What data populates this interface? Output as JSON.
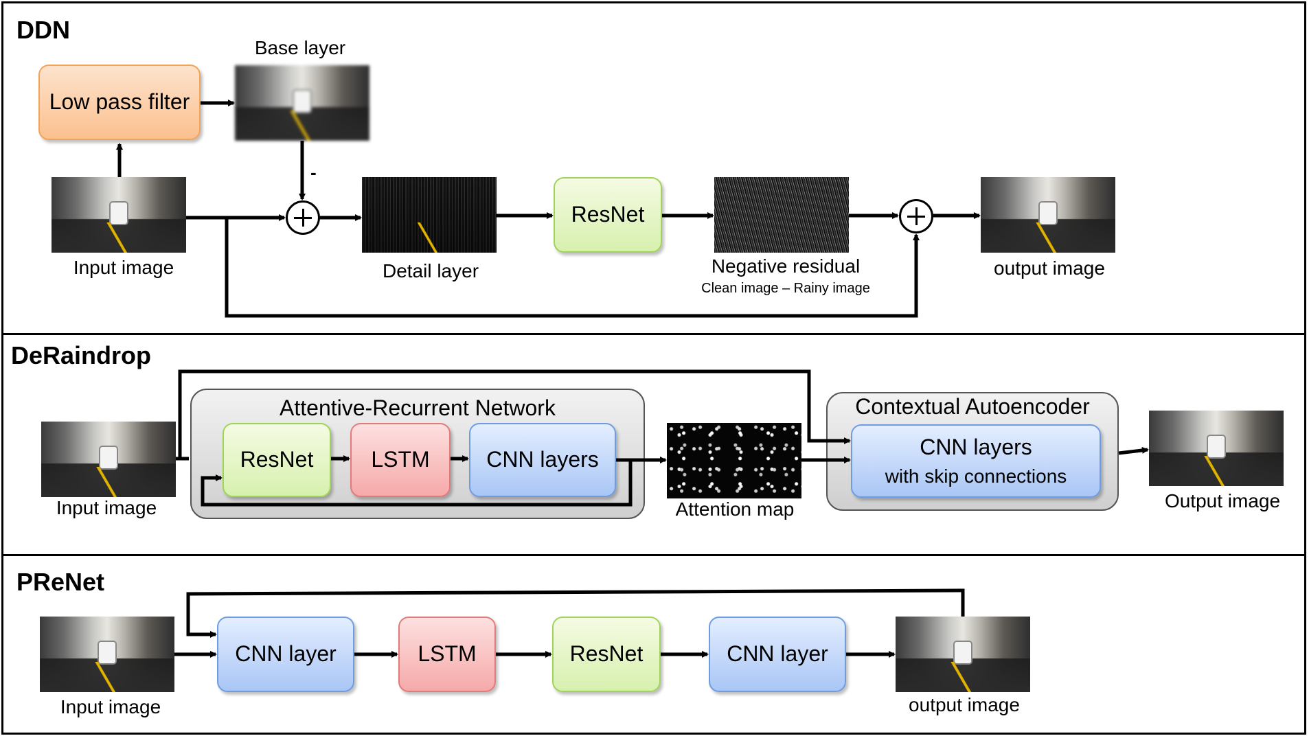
{
  "ddn": {
    "title": "DDN",
    "low_pass_filter": "Low pass filter",
    "base_layer": "Base layer",
    "input_image": "Input image",
    "detail_layer": "Detail layer",
    "resnet": "ResNet",
    "negative_residual": "Negative residual",
    "residual_note": "Clean image – Rainy image",
    "output_image": "output image",
    "minus_sign": "-"
  },
  "deraindrop": {
    "title": "DeRaindrop",
    "input_image": "Input image",
    "arn_title": "Attentive-Recurrent Network",
    "resnet": "ResNet",
    "lstm": "LSTM",
    "cnn_layers": "CNN layers",
    "attention_map": "Attention map",
    "ca_title": "Contextual Autoencoder",
    "ca_cnn_line1": "CNN layers",
    "ca_cnn_line2": "with skip connections",
    "output_image": "Output image"
  },
  "prenet": {
    "title": "PReNet",
    "input_image": "Input image",
    "cnn_layer_1": "CNN layer",
    "lstm": "LSTM",
    "resnet": "ResNet",
    "cnn_layer_2": "CNN layer",
    "output_image": "output image"
  },
  "colors": {
    "orange": "#fbc08f",
    "green": "#d7f0ae",
    "red": "#f6a9a9",
    "blue": "#a9c6f5",
    "gray": "#cfcfcf"
  }
}
